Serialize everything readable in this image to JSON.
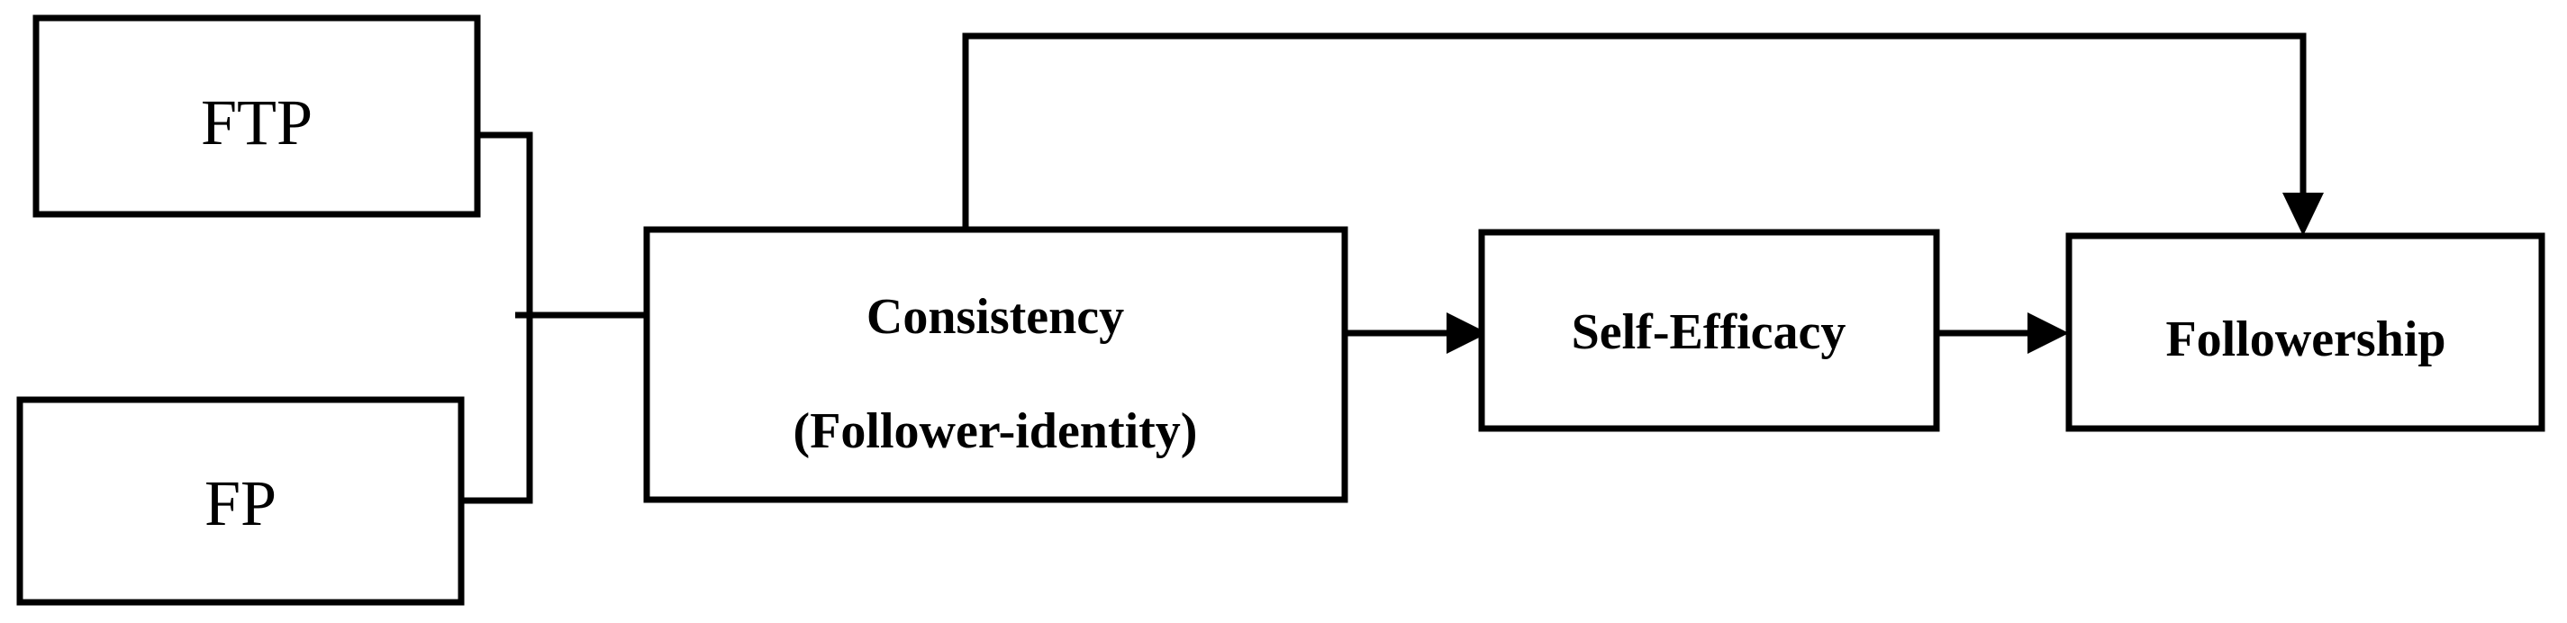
{
  "nodes": {
    "ftp": {
      "label": "FTP"
    },
    "fp": {
      "label": "FP"
    },
    "consistency": {
      "line1": "Consistency",
      "line2": "(Follower-identity)"
    },
    "self_efficacy": {
      "label": "Self-Efficacy"
    },
    "followership": {
      "label": "Followership"
    }
  },
  "edges": [
    {
      "from": "FTP + FP",
      "to": "Consistency (Follower-identity)"
    },
    {
      "from": "Consistency (Follower-identity)",
      "to": "Self-Efficacy"
    },
    {
      "from": "Self-Efficacy",
      "to": "Followership"
    },
    {
      "from": "Consistency (Follower-identity)",
      "to": "Followership"
    }
  ],
  "colors": {
    "stroke": "#000000",
    "background": "#ffffff"
  }
}
